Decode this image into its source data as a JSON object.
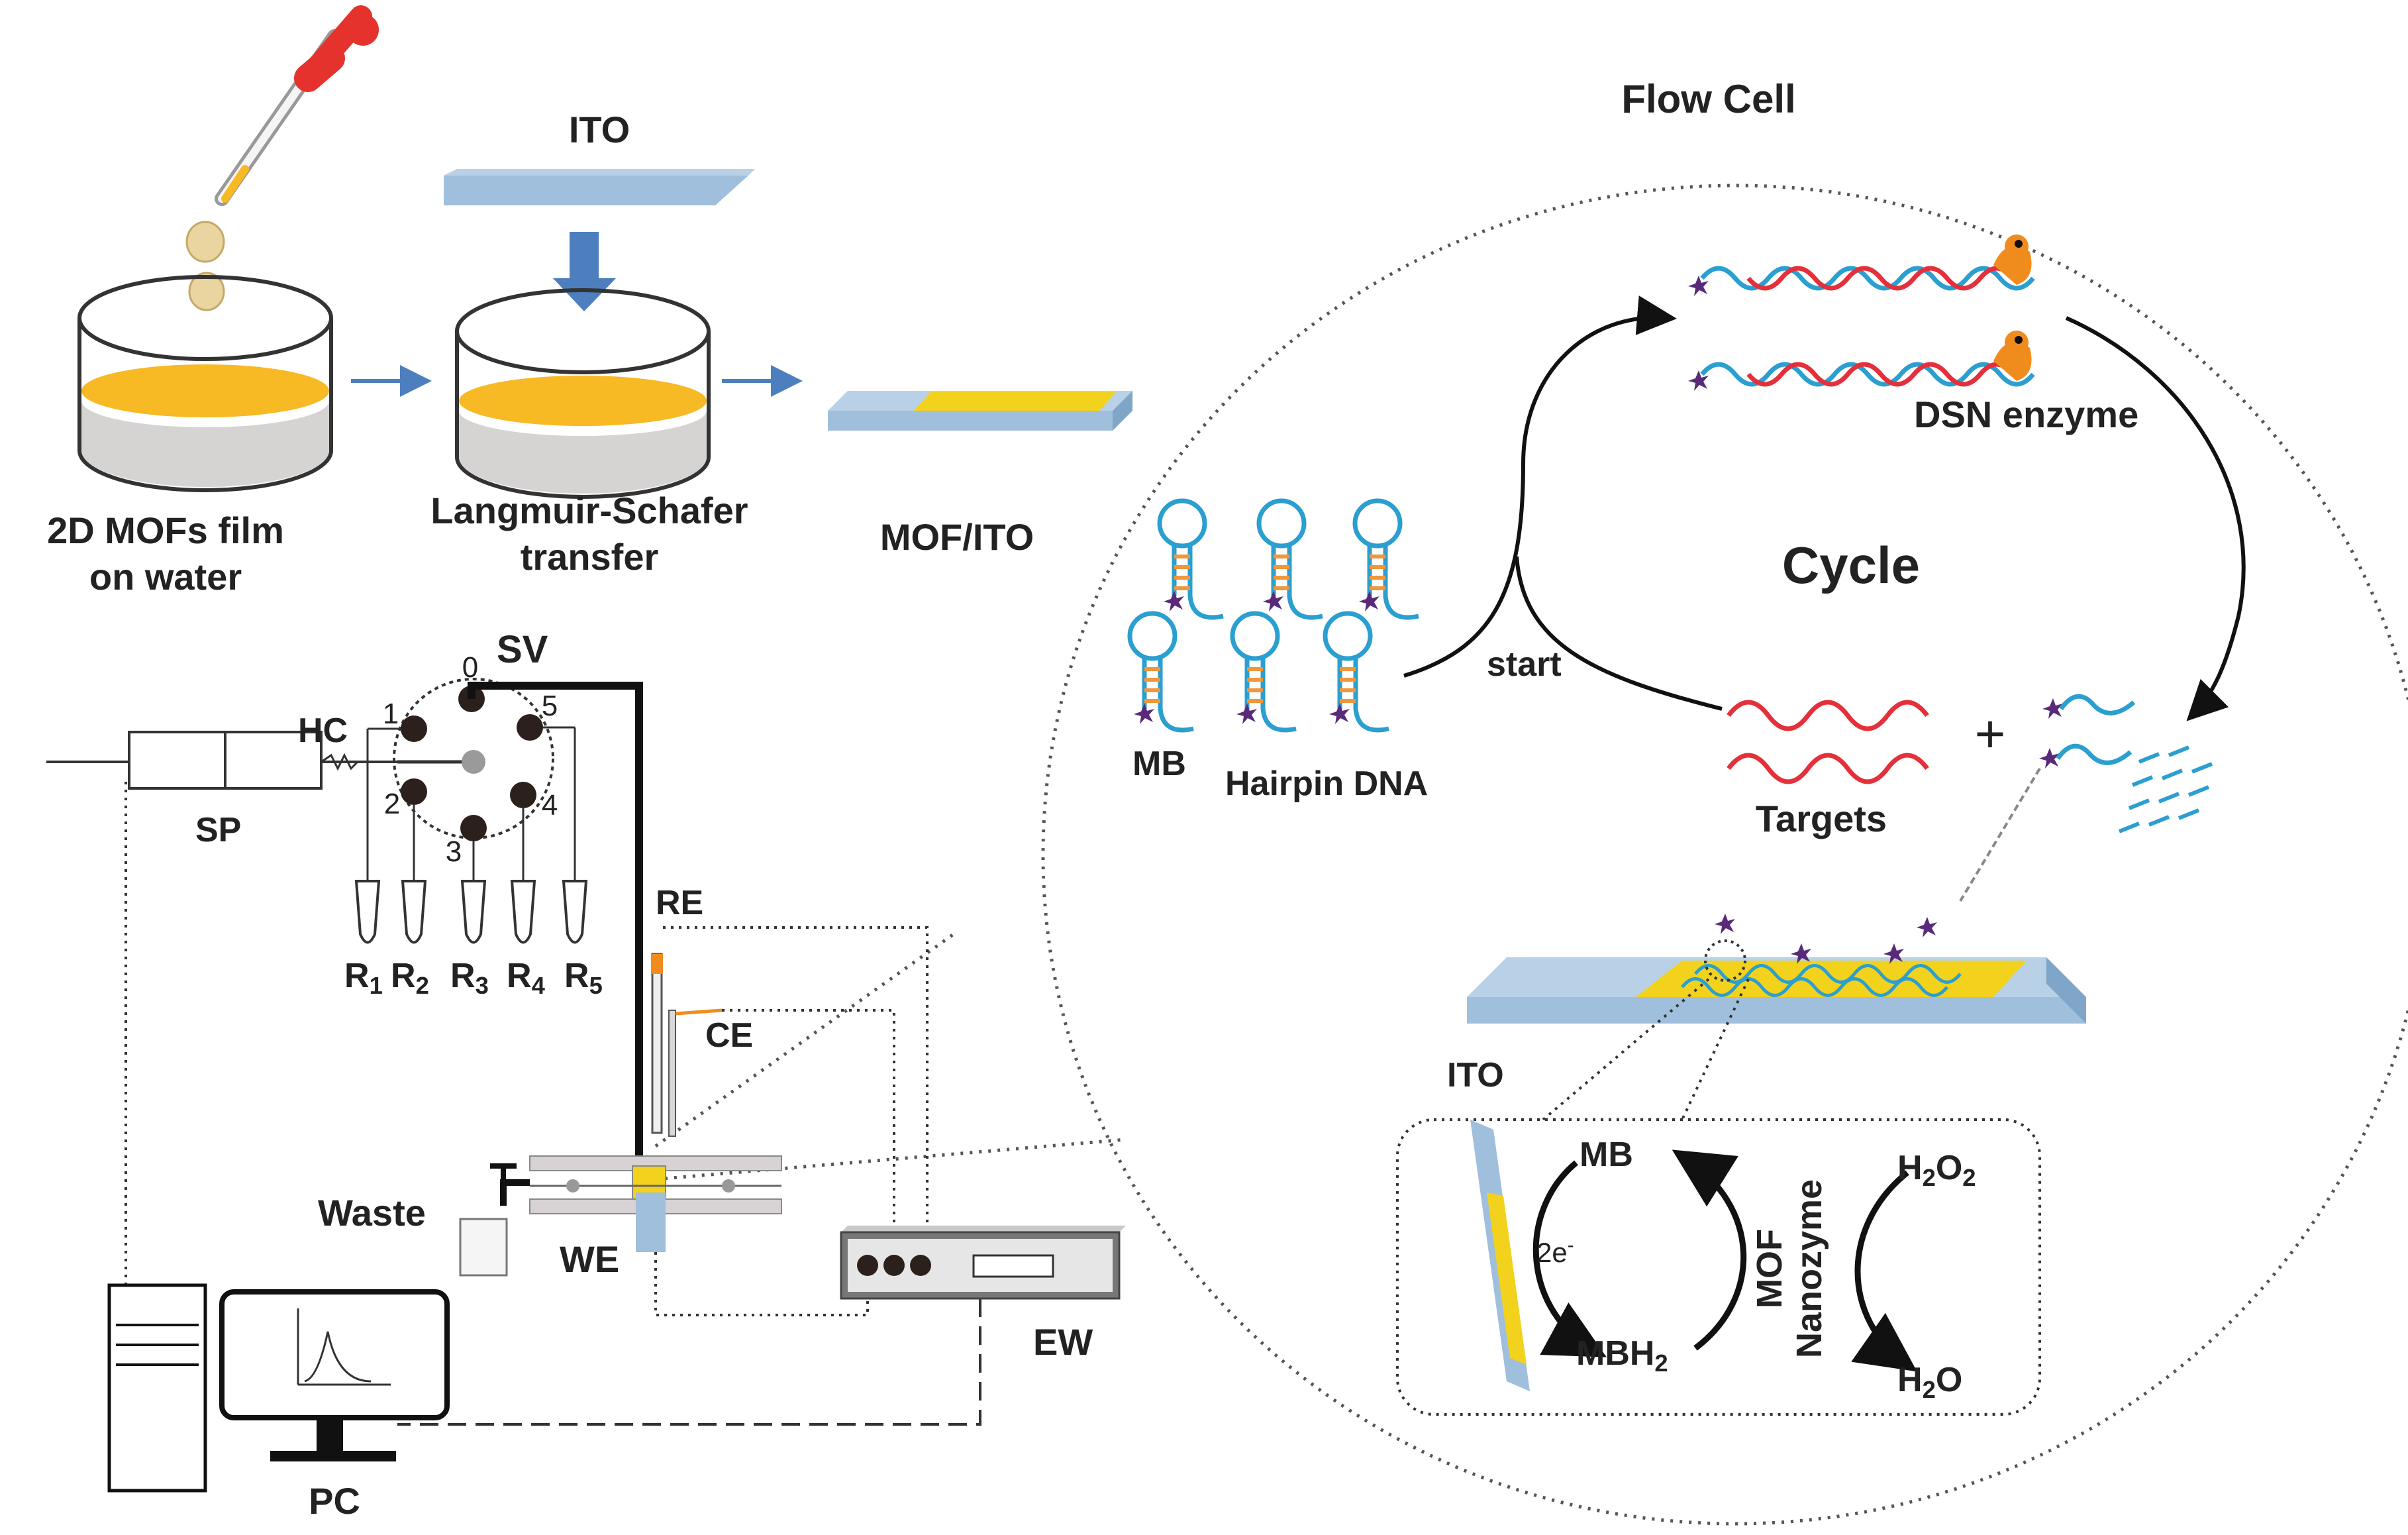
{
  "labels": {
    "flow_cell": "Flow Cell",
    "ito_top": "ITO",
    "film_line1": "2D MOFs film",
    "film_line2": "on water",
    "ls_line1": "Langmuir-Schafer",
    "ls_line2": "transfer",
    "mof_ito": "MOF/ITO",
    "dsn": "DSN enzyme",
    "cycle": "Cycle",
    "start": "start",
    "mb": "MB",
    "hairpin": "Hairpin DNA",
    "targets": "Targets",
    "plus": "+",
    "sv": "SV",
    "hc": "HC",
    "sp": "SP",
    "re": "RE",
    "ce": "CE",
    "we": "WE",
    "waste": "Waste",
    "ew": "EW",
    "pc": "PC",
    "ito_bottom": "ITO",
    "mb_reac": "MB",
    "mbh2_base": "MBH",
    "mbh2_sub": "2",
    "electrons": "2e",
    "electrons_sup": "-",
    "mof": "MOF",
    "nanozyme": "Nanozyme",
    "h2o2_h": "H",
    "h2o2_2a": "2",
    "h2o2_o": "O",
    "h2o2_2b": "2",
    "h2o_h": "H",
    "h2o_2": "2",
    "h2o_o": "O"
  },
  "valve_ports": [
    "0",
    "1",
    "2",
    "3",
    "4",
    "5"
  ],
  "reagents": [
    {
      "base": "R",
      "sub": "1"
    },
    {
      "base": "R",
      "sub": "2"
    },
    {
      "base": "R",
      "sub": "3"
    },
    {
      "base": "R",
      "sub": "4"
    },
    {
      "base": "R",
      "sub": "5"
    }
  ],
  "colors": {
    "mof_film": "#f7b924",
    "water": "#d6d3d3",
    "ito": "#9fbfdc",
    "mof_on_ito": "#f2d21c",
    "hairpin_strand": "#2a9fd0",
    "stem_bonds": "#f0963c",
    "target_strand": "#e4303a",
    "label_mb": "#5a2a7a",
    "arrow_blue": "#4d7fbf",
    "dsn_enzyme": "#f08c1e",
    "dropper_red": "#e5322d"
  }
}
